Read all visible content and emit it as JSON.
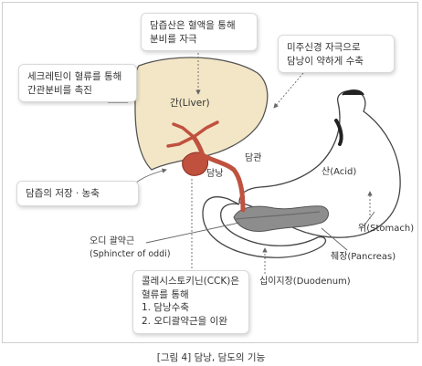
{
  "callouts": {
    "bile_acid": [
      "담즙산은 혈액을 통해",
      "분비를 자극"
    ],
    "vagus": [
      "미주신경 자극으로",
      "담낭이 약하게 수축"
    ],
    "secretin": [
      "세크레틴이 혈류를 통해",
      "간관분비를 촉진"
    ],
    "storage": "담즙의 저장 · 농축",
    "cck": {
      "line1": "콜레시스토키닌(CCK)은",
      "line2": "혈류를 통해",
      "item1": "1. 담낭수축",
      "item2": "2. 오디괄약근을 이완"
    }
  },
  "labels": {
    "liver": "간(Liver)",
    "gallbladder": "담낭",
    "bile_duct": "담관",
    "acid": "산(Acid)",
    "stomach": "위(Stomach)",
    "pancreas": "췌장(Pancreas)",
    "duodenum": "십이지장(Duodenum)",
    "oddi_ko": "오디 괄약근",
    "oddi_en": "(Sphincter of oddi)"
  },
  "caption": "[그림 4] 담낭, 담도의 기능",
  "colors": {
    "liver_fill": "#f3e6c6",
    "duct": "#c0513f",
    "pancreas": "#8d8d8d",
    "organ_outline": "#444444",
    "arrow": "#666666"
  }
}
